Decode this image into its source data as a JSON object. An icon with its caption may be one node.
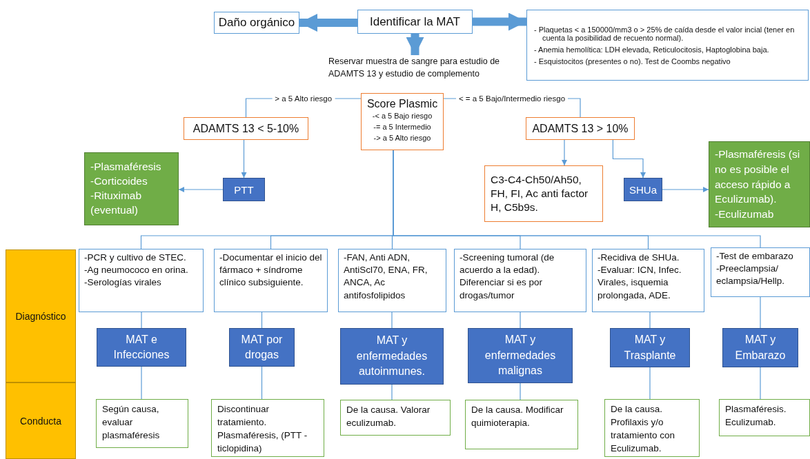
{
  "diagram": {
    "nodes": [
      {
        "text": [
          "Identificar la MAT"
        ]
      },
      {
        "text": [
          "Daño orgánico"
        ]
      },
      {
        "text": [
          "- Plaquetas < a 150000/mm3 o > 25% de caída desde el valor incial (tener en cuenta la posibilidad de recuento normal).",
          "- Anemia hemolítica: LDH elevada, Reticulocitosis, Haptoglobina baja.",
          "- Esquistocitos (presentes o no). Test de Coombs negativo"
        ]
      },
      {
        "text": [
          "Reservar muestra de sangre para estudio de ADAMTS 13 y estudio de complemento"
        ]
      },
      {
        "text": [
          "Score Plasmic",
          "-< a 5 Bajo riesgo",
          "-= a 5 Intermedio",
          "-> a 5 Alto riesgo"
        ]
      },
      {
        "text": [
          "ADAMTS 13 < 5-10%"
        ]
      },
      {
        "text": [
          "ADAMTS 13 > 10%"
        ]
      },
      {
        "text": [
          "PTT"
        ]
      },
      {
        "text": [
          "-Plasmaféresis",
          "-Corticoides",
          "-Rituximab (eventual)"
        ]
      },
      {
        "text": [
          "C3-C4-Ch50/Ah50, FH, FI, Ac anti factor H, C5b9s."
        ]
      },
      {
        "text": [
          "SHUa"
        ]
      },
      {
        "text": [
          "-Plasmaféresis (si no es posible el acceso rápido a Eculizumab).",
          "-Eculizumab"
        ]
      },
      {
        "text": [
          "Diagnóstico"
        ]
      },
      {
        "text": [
          "Conducta"
        ]
      },
      {
        "text": [
          "-PCR y cultivo de STEC.",
          "-Ag neumococo en orina.",
          "-Serologías virales"
        ]
      },
      {
        "text": [
          "-Documentar el inicio del fármaco + síndrome clínico subsiguiente."
        ]
      },
      {
        "text": [
          "-FAN, Anti ADN, AntiScl70, ENA, FR, ANCA, Ac antifosfolipidos"
        ]
      },
      {
        "text": [
          "-Screening tumoral (de acuerdo a la edad). Diferenciar si es por drogas/tumor"
        ]
      },
      {
        "text": [
          "-Recidiva de SHUa.",
          "-Evaluar: ICN, Infec. Virales, isquemia prolongada, ADE."
        ]
      },
      {
        "text": [
          "-Test de embarazo",
          "-Preeclampsia/ eclampsia/Hellp."
        ]
      },
      {
        "text": [
          "MAT e Infecciones"
        ]
      },
      {
        "text": [
          "MAT por drogas"
        ]
      },
      {
        "text": [
          "MAT y enfermedades autoinmunes."
        ]
      },
      {
        "text": [
          "MAT y enfermedades malignas"
        ]
      },
      {
        "text": [
          "MAT y Trasplante"
        ]
      },
      {
        "text": [
          "MAT y Embarazo"
        ]
      },
      {
        "text": [
          "Según causa, evaluar plasmaféresis"
        ]
      },
      {
        "text": [
          "Discontinuar tratamiento. Plasmaféresis, (PTT - ticlopidina)"
        ]
      },
      {
        "text": [
          "De la causa. Valorar eculizumab."
        ]
      },
      {
        "text": [
          "De la causa. Modificar quimioterapia."
        ]
      },
      {
        "text": [
          "De la causa. Profilaxis y/o tratamiento con Eculizumab."
        ]
      },
      {
        "text": [
          "Plasmaféresis. Eculizumab."
        ]
      }
    ],
    "edges": [
      {
        "from": 0,
        "to": 1,
        "arrow": "to",
        "style": "thick"
      },
      {
        "from": 0,
        "to": 2,
        "arrow": "to",
        "style": "thick"
      },
      {
        "from": 0,
        "to": 3,
        "arrow": "to",
        "style": "thick"
      },
      {
        "from": 4,
        "to": 5,
        "arrow": "none",
        "label": "> a 5 Alto riesgo"
      },
      {
        "from": 4,
        "to": 6,
        "arrow": "none",
        "label": "< =  a 5 Bajo/Intermedio riesgo"
      },
      {
        "from": 5,
        "to": 7,
        "arrow": "to"
      },
      {
        "from": 7,
        "to": 8,
        "arrow": "to"
      },
      {
        "from": 6,
        "to": 9,
        "arrow": "to"
      },
      {
        "from": 6,
        "to": 10,
        "arrow": "to"
      },
      {
        "from": 10,
        "to": 11,
        "arrow": "to"
      },
      {
        "from": 4,
        "to": 14,
        "arrow": "none"
      },
      {
        "from": 4,
        "to": 15,
        "arrow": "none"
      },
      {
        "from": 4,
        "to": 16,
        "arrow": "none"
      },
      {
        "from": 4,
        "to": 17,
        "arrow": "none"
      },
      {
        "from": 4,
        "to": 18,
        "arrow": "none"
      },
      {
        "from": 4,
        "to": 19,
        "arrow": "none"
      },
      {
        "from": 14,
        "to": 20,
        "arrow": "none"
      },
      {
        "from": 15,
        "to": 21,
        "arrow": "none"
      },
      {
        "from": 16,
        "to": 22,
        "arrow": "none"
      },
      {
        "from": 17,
        "to": 23,
        "arrow": "none"
      },
      {
        "from": 18,
        "to": 24,
        "arrow": "none"
      },
      {
        "from": 19,
        "to": 25,
        "arrow": "none"
      },
      {
        "from": 20,
        "to": 26,
        "arrow": "none"
      },
      {
        "from": 21,
        "to": 27,
        "arrow": "none"
      },
      {
        "from": 22,
        "to": 28,
        "arrow": "none"
      },
      {
        "from": 23,
        "to": 29,
        "arrow": "none"
      },
      {
        "from": 24,
        "to": 30,
        "arrow": "none"
      },
      {
        "from": 25,
        "to": 31,
        "arrow": "none"
      }
    ]
  }
}
